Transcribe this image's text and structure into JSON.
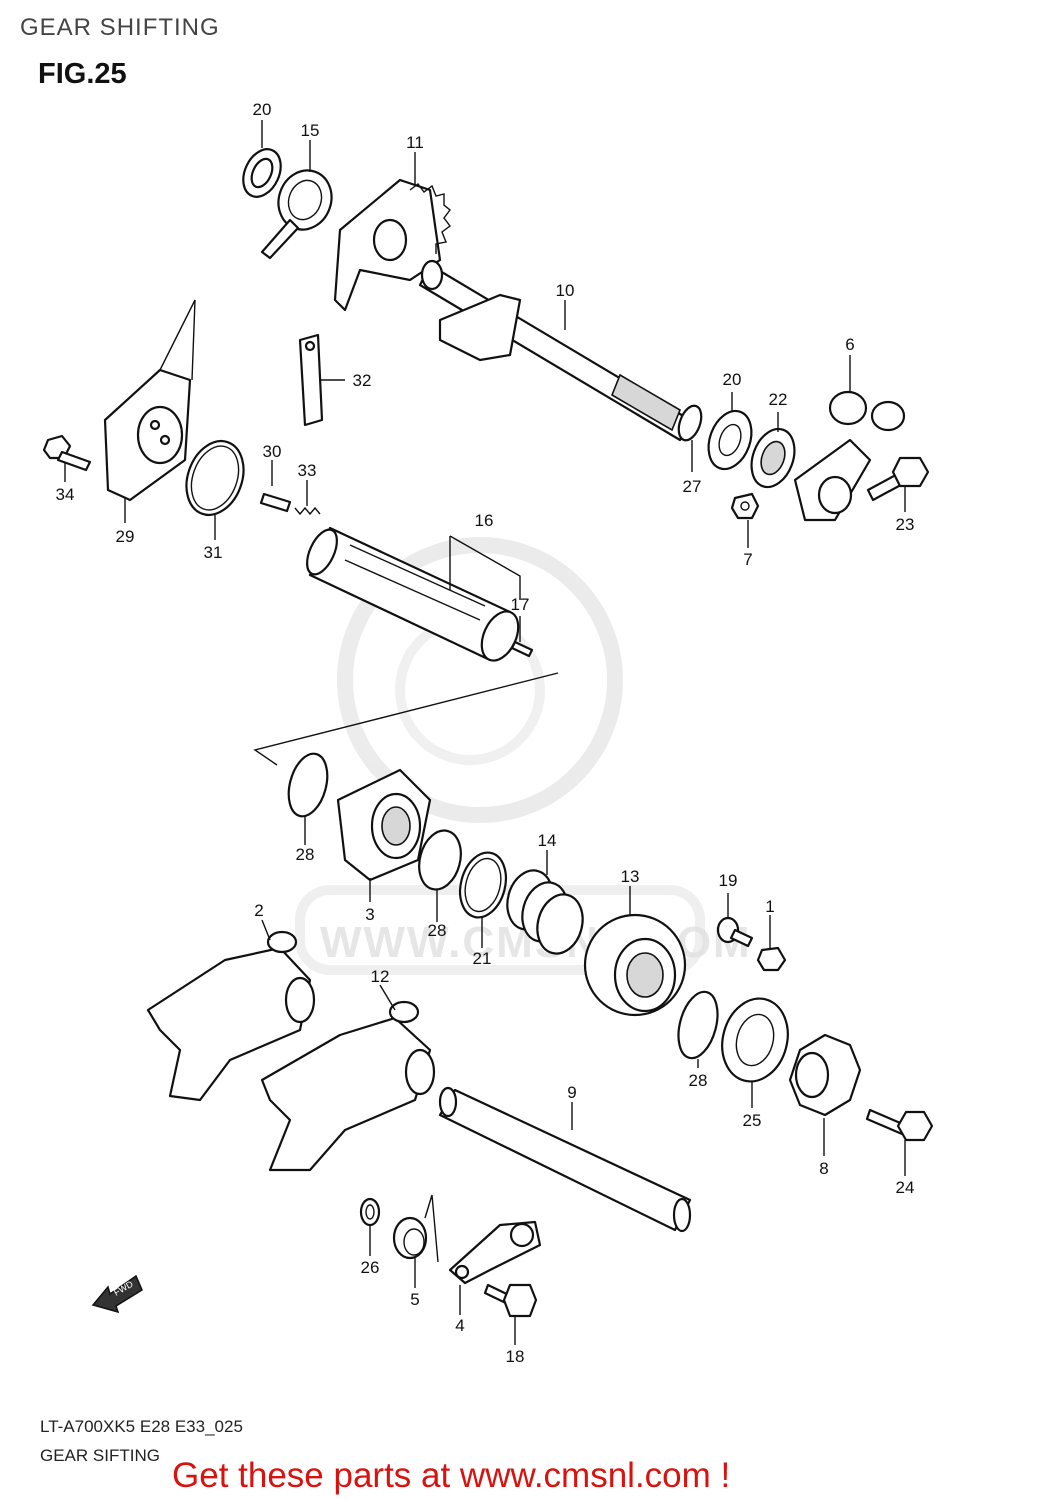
{
  "header": {
    "section_title": "GEAR SHIFTING",
    "figure_title": "FIG.25"
  },
  "parts": [
    {
      "id": "p20a",
      "label": "20"
    },
    {
      "id": "p15",
      "label": "15"
    },
    {
      "id": "p11",
      "label": "11"
    },
    {
      "id": "p10",
      "label": "10"
    },
    {
      "id": "p32",
      "label": "32"
    },
    {
      "id": "p6",
      "label": "6"
    },
    {
      "id": "p20b",
      "label": "20"
    },
    {
      "id": "p22",
      "label": "22"
    },
    {
      "id": "p27",
      "label": "27"
    },
    {
      "id": "p23",
      "label": "23"
    },
    {
      "id": "p7",
      "label": "7"
    },
    {
      "id": "p34",
      "label": "34"
    },
    {
      "id": "p29",
      "label": "29"
    },
    {
      "id": "p30",
      "label": "30"
    },
    {
      "id": "p33",
      "label": "33"
    },
    {
      "id": "p31",
      "label": "31"
    },
    {
      "id": "p16",
      "label": "16"
    },
    {
      "id": "p17",
      "label": "17"
    },
    {
      "id": "p28a",
      "label": "28"
    },
    {
      "id": "p3",
      "label": "3"
    },
    {
      "id": "p28b",
      "label": "28"
    },
    {
      "id": "p14",
      "label": "14"
    },
    {
      "id": "p21",
      "label": "21"
    },
    {
      "id": "p13",
      "label": "13"
    },
    {
      "id": "p19",
      "label": "19"
    },
    {
      "id": "p1",
      "label": "1"
    },
    {
      "id": "p2",
      "label": "2"
    },
    {
      "id": "p12",
      "label": "12"
    },
    {
      "id": "p28c",
      "label": "28"
    },
    {
      "id": "p25",
      "label": "25"
    },
    {
      "id": "p9",
      "label": "9"
    },
    {
      "id": "p8",
      "label": "8"
    },
    {
      "id": "p24",
      "label": "24"
    },
    {
      "id": "p26",
      "label": "26"
    },
    {
      "id": "p5",
      "label": "5"
    },
    {
      "id": "p4",
      "label": "4"
    },
    {
      "id": "p18",
      "label": "18"
    }
  ],
  "direction_marker": "FWD",
  "watermark": "WWW.CMSNL.COM",
  "footer": {
    "model_code": "LT-A700XK5 E28 E33_025",
    "subtitle": "GEAR SIFTING",
    "promo": "Get these parts at www.cmsnl.com !"
  },
  "colors": {
    "promo": "#d8130f",
    "line": "#111111",
    "watermark": "#e6e6e6"
  }
}
